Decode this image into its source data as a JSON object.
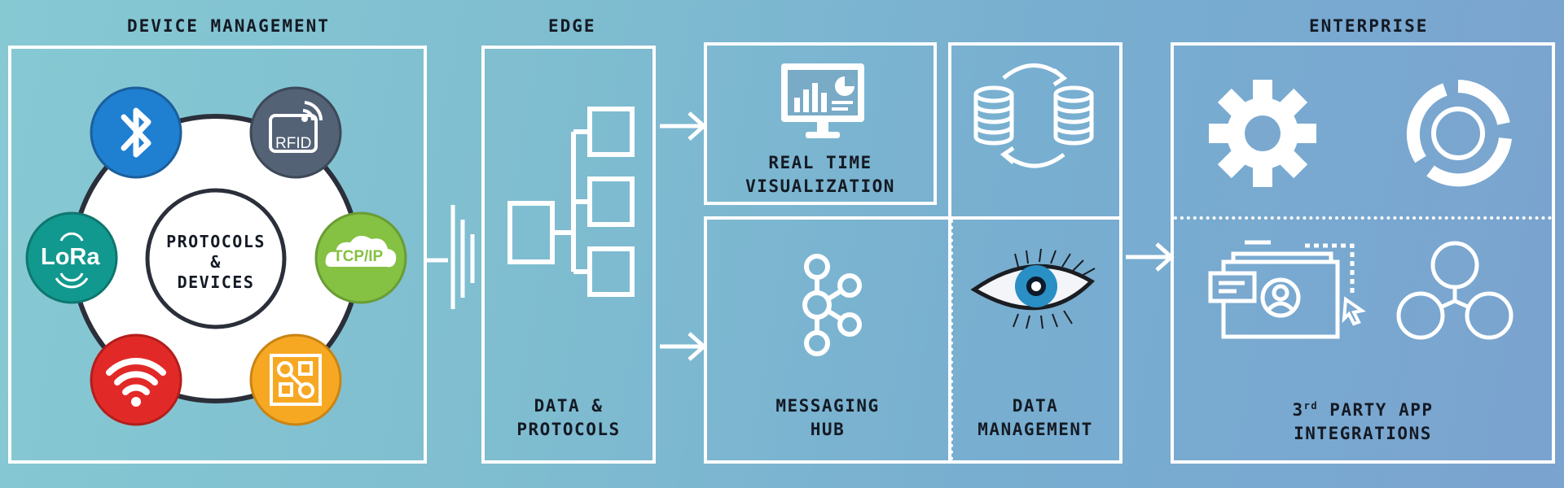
{
  "sections": {
    "device_management": "DEVICE MANAGEMENT",
    "edge": "EDGE",
    "enterprise": "ENTERPRISE"
  },
  "hub": {
    "line1": "PROTOCOLS",
    "line2": "&",
    "line3": "DEVICES"
  },
  "devices": {
    "rfid": "RFID",
    "tcpip": "TCP/IP",
    "lora": "LoRa"
  },
  "edge_box": {
    "line1": "DATA &",
    "line2": "PROTOCOLS"
  },
  "realtime": {
    "line1": "REAL TIME",
    "line2": "VISUALIZATION"
  },
  "messaging": {
    "line1": "MESSAGING",
    "line2": "HUB"
  },
  "data_mgmt": {
    "line1": "DATA",
    "line2": "MANAGEMENT"
  },
  "third_party": {
    "line1_prefix": "3",
    "line1_sup": "rd",
    "line1_rest": " PARTY APP",
    "line2": "INTEGRATIONS"
  },
  "colors": {
    "bluetooth": "#1f7fd0",
    "rfid": "#536275",
    "tcpip": "#85c143",
    "lora": "#12998f",
    "wifi": "#e12a27",
    "iot": "#f7a823"
  }
}
